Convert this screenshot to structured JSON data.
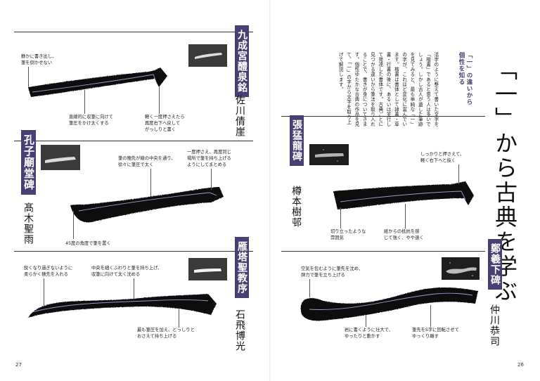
{
  "pages": {
    "left_no": "27",
    "right_no": "26"
  },
  "intro": {
    "title": "「一」から古典を学ぶ",
    "subhead": "「一」の違いから\n個性を知る",
    "body": "活字のように整えて書いた文字を「楷書」であると思う人は多いでしょう。しかし古人が遺した筆跡を見てみると、最も単純な「一」の字が、これほど変化に富んでいます。楷書は書体として隷書・草書・行書の後に、あるいは並行して発達した書体です。古典ごとに見つかる違いから筆法を取り入れることで、書きが身についてきます。個性ゆたかな古典の作品を見て、「一」の字から文字を取り上げて解説します。"
  },
  "sections": [
    {
      "title": "九成宮醴泉銘",
      "calligrapher": "佐川倩崖",
      "notes": [
        "静かに書き出し、\n筆を倒かせない",
        "直線的に収筆に向けて\n筆圧をかけ太くする",
        "軽く一度押さえたら\n再度右下へ戻して\nがっしりと書く"
      ]
    },
    {
      "title": "孔子廟堂碑",
      "calligrapher": "髙木聖雨",
      "notes": [
        "筆の穂先が線の中央を通り、\n徐々に筆圧で太く",
        "一度押さえ、再度同じ\n場所で筆を持ち上げる\nようにしてまとめる",
        "45度の角度で筆を置く"
      ]
    },
    {
      "title": "雁塔聖教序",
      "calligrapher": "石飛博光",
      "notes": [
        "鋭くなり過ぎないように\n柔らかく穂先を入れる",
        "中央を細くふわりと筆を持ち上げ、\n収筆に向けて太く沈める",
        "最も筆圧を加え、どっしりと\nおさえて持ち上げる"
      ]
    },
    {
      "title": "張猛龍碑",
      "calligrapher": "樽本樹邨",
      "notes": [
        "しっかりと押さえて、\n軽く右下へと抜く",
        "切り立ったような\n雰囲気",
        "紙からの抵抗を感\nじて強く、やや速く"
      ]
    },
    {
      "title": "鄭羲下碑",
      "calligrapher": "仲川恭司",
      "notes": [
        "空気を包むように筆先を沈め、\n弾力で筆を立ち上げる",
        "岩に書くように壮大で、\nゆったりと動かす",
        "筆先をS字に回転させて\nゆっくり離す"
      ]
    }
  ]
}
